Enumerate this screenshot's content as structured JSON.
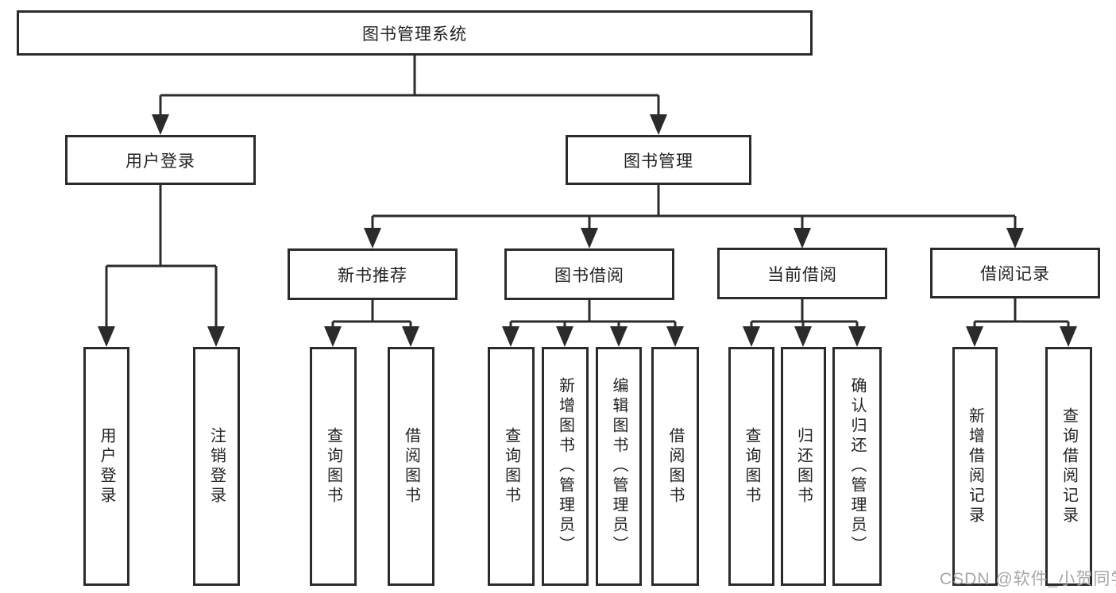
{
  "diagram": {
    "root": {
      "label": "图书管理系统"
    },
    "level2": [
      {
        "label": "用户登录"
      },
      {
        "label": "图书管理"
      }
    ],
    "level3": [
      {
        "label": "新书推荐"
      },
      {
        "label": "图书借阅"
      },
      {
        "label": "当前借阅"
      },
      {
        "label": "借阅记录"
      }
    ],
    "leaves": [
      {
        "label": "用户登录"
      },
      {
        "label": "注销登录"
      },
      {
        "label": "查询图书"
      },
      {
        "label": "借阅图书"
      },
      {
        "label": "查询图书"
      },
      {
        "label": "新增图书（管理员）"
      },
      {
        "label": "编辑图书（管理员）"
      },
      {
        "label": "借阅图书"
      },
      {
        "label": "查询图书"
      },
      {
        "label": "归还图书"
      },
      {
        "label": "确认归还（管理员）"
      },
      {
        "label": "新增借阅记录"
      },
      {
        "label": "查询借阅记录"
      }
    ]
  },
  "watermark": {
    "text": "CSDN @软件_小贺同学"
  },
  "colors": {
    "line": "#2b2b2b",
    "text": "#222222",
    "background": "#ffffff",
    "watermark": "#a7a7a7"
  }
}
